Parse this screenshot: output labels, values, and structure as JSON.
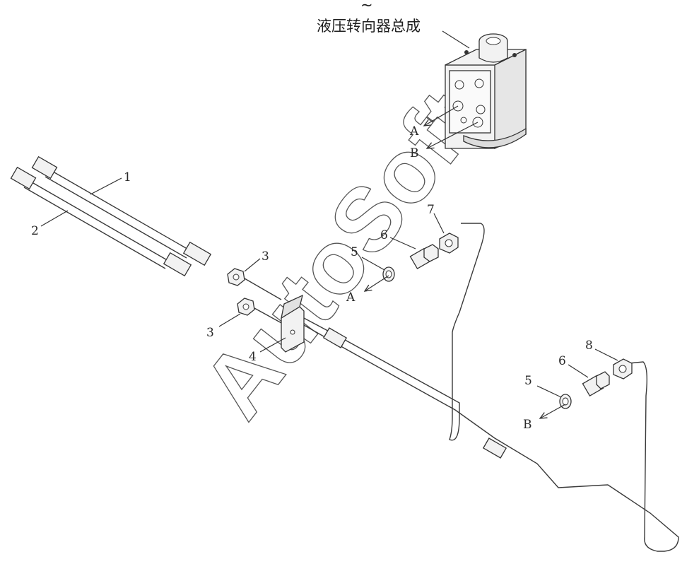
{
  "title": "液压转向器总成",
  "title_mark": "~",
  "watermark": "AutoSoft",
  "port_labels": {
    "a": "A",
    "b": "B"
  },
  "callouts": {
    "p1": "1",
    "p2": "2",
    "p3": "3",
    "p4": "4",
    "p5": "5",
    "p6": "6",
    "p7": "7",
    "p8": "8"
  }
}
